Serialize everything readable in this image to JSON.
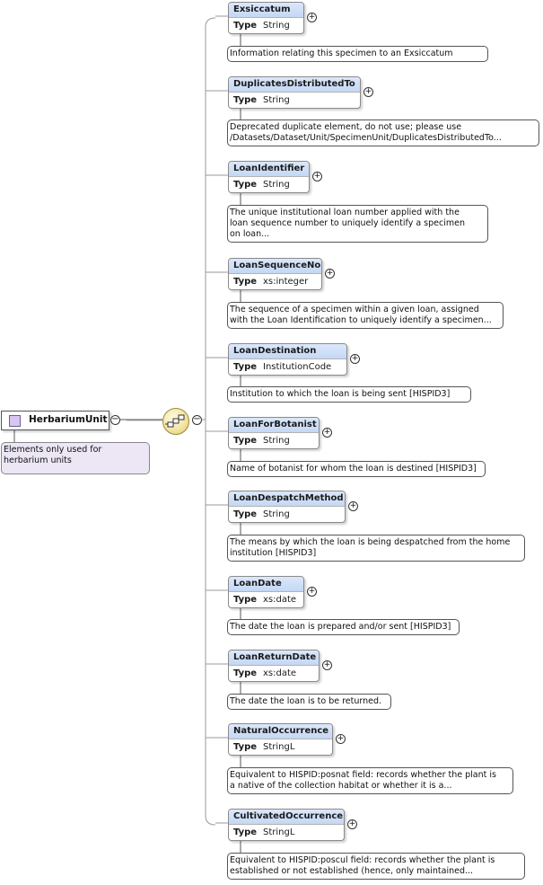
{
  "root": {
    "label": "HerbariumUnit",
    "icon": "element-square-icon",
    "annotation": "Elements only used for herbarium units"
  },
  "type_label": "Type",
  "compositor": "sequence-compositor-icon",
  "elements": [
    {
      "name": "Exsiccatum",
      "type": "String",
      "annotation": [
        "Information relating this specimen to an Exsiccatum"
      ]
    },
    {
      "name": "DuplicatesDistributedTo",
      "type": "String",
      "annotation": [
        "Deprecated duplicate element, do not use; please use",
        "/Datasets/Dataset/Unit/SpecimenUnit/DuplicatesDistributedTo..."
      ]
    },
    {
      "name": "LoanIdentifier",
      "type": "String",
      "annotation": [
        "The unique institutional loan number applied with the",
        "loan sequence number to uniquely identify a specimen",
        "on loan..."
      ]
    },
    {
      "name": "LoanSequenceNo",
      "type": "xs:integer",
      "annotation": [
        "The sequence of a specimen within a given loan, assigned",
        "with the Loan Identification to uniquely identify a specimen..."
      ]
    },
    {
      "name": "LoanDestination",
      "type": "InstitutionCode",
      "annotation": [
        "Institution to which the loan is being sent [HISPID3]"
      ]
    },
    {
      "name": "LoanForBotanist",
      "type": "String",
      "annotation": [
        "Name of botanist for whom the loan is destined [HISPID3]"
      ]
    },
    {
      "name": "LoanDespatchMethod",
      "type": "String",
      "annotation": [
        "The means by which the loan is being despatched from the home",
        "institution [HISPID3]"
      ]
    },
    {
      "name": "LoanDate",
      "type": "xs:date",
      "annotation": [
        "The date the loan is prepared and/or sent [HISPID3]"
      ]
    },
    {
      "name": "LoanReturnDate",
      "type": "xs:date",
      "annotation": [
        "The date the loan is to be returned."
      ]
    },
    {
      "name": "NaturalOccurrence",
      "type": "StringL",
      "annotation": [
        "Equivalent to HISPID:posnat field: records whether the plant is",
        "a native of the collection habitat or whether it is a..."
      ]
    },
    {
      "name": "CultivatedOccurrence",
      "type": "StringL",
      "annotation": [
        "Equivalent to HISPID:poscul field: records whether the plant is",
        "established or not established (hence, only maintained..."
      ]
    }
  ]
}
